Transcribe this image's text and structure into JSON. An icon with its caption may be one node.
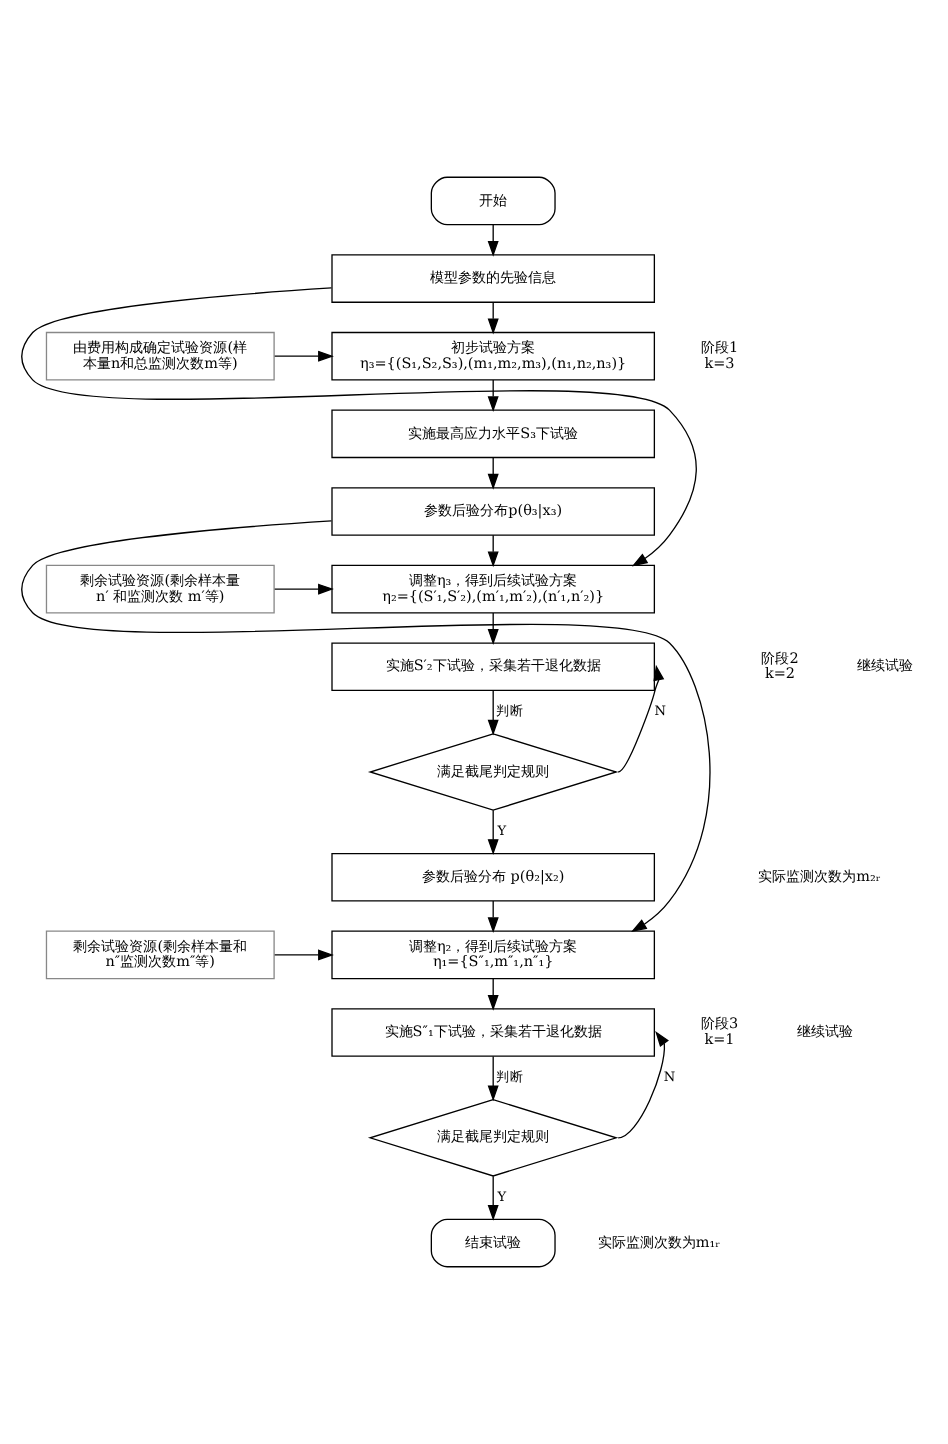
{
  "diagram": {
    "nodes": [
      {
        "text": [
          "开始"
        ]
      },
      {
        "text": [
          "模型参数的先验信息"
        ]
      },
      {
        "text": [
          "由费用构成确定试验资源(样本量n和总监测次数m等)"
        ]
      },
      {
        "text": [
          "初步试验方案",
          "η₃={(S₁,S₂,S₃),(m₁,m₂,m₃),(n₁,n₂,n₃)}"
        ]
      },
      {
        "text": [
          "实施最高应力水平S₃下试验"
        ]
      },
      {
        "text": [
          "参数后验分布p(θ₃|x₃)"
        ]
      },
      {
        "text": [
          "剩余试验资源(剩余样本量 n′ 和监测次数 m′等)"
        ]
      },
      {
        "text": [
          "调整η₃，得到后续试验方案",
          "η₂={(S′₁,S′₂),(m′₁,m′₂),(n′₁,n′₂)}"
        ]
      },
      {
        "text": [
          "实施S′₂下试验，采集若干退化数据"
        ]
      },
      {
        "text": [
          "满足截尾判定规则"
        ]
      },
      {
        "text": [
          "参数后验分布 p(θ₂|x₂)"
        ]
      },
      {
        "text": [
          "剩余试验资源(剩余样本量和n″监测次数m″等)"
        ]
      },
      {
        "text": [
          "调整η₂，得到后续试验方案",
          "η₁={S″₁,m″₁,n″₁}"
        ]
      },
      {
        "text": [
          "实施S″₁下试验，采集若干退化数据"
        ]
      },
      {
        "text": [
          "满足截尾判定规则"
        ]
      },
      {
        "text": [
          "结束试验"
        ]
      }
    ],
    "edges": [
      {
        "from": 0,
        "to": 1,
        "arrow": "to"
      },
      {
        "from": 1,
        "to": 3,
        "arrow": "to"
      },
      {
        "from": 2,
        "to": 3,
        "arrow": "to"
      },
      {
        "from": 3,
        "to": 4,
        "arrow": "to"
      },
      {
        "from": 4,
        "to": 5,
        "arrow": "to"
      },
      {
        "from": 1,
        "to": 7,
        "arrow": "to"
      },
      {
        "from": 5,
        "to": 7,
        "arrow": "to"
      },
      {
        "from": 6,
        "to": 7,
        "arrow": "to"
      },
      {
        "from": 7,
        "to": 8,
        "arrow": "to"
      },
      {
        "from": 8,
        "to": 9,
        "arrow": "to",
        "label": "判断"
      },
      {
        "from": 9,
        "to": 8,
        "arrow": "to",
        "label": "N"
      },
      {
        "from": 9,
        "to": 10,
        "arrow": "to",
        "label": "Y"
      },
      {
        "from": 5,
        "to": 12,
        "arrow": "to"
      },
      {
        "from": 10,
        "to": 12,
        "arrow": "to"
      },
      {
        "from": 11,
        "to": 12,
        "arrow": "to"
      },
      {
        "from": 12,
        "to": 13,
        "arrow": "to"
      },
      {
        "from": 13,
        "to": 14,
        "arrow": "to",
        "label": "判断"
      },
      {
        "from": 14,
        "to": 13,
        "arrow": "to",
        "label": "N"
      },
      {
        "from": 14,
        "to": 15,
        "arrow": "to",
        "label": "Y"
      }
    ],
    "labels": [
      "阶段1 k=3",
      "阶段2 k=2",
      "继续试验",
      "实际监测次数为m₂ᵣ",
      "阶段3 k=1",
      "继续试验",
      "实际监测次数为m₁ᵣ"
    ]
  }
}
